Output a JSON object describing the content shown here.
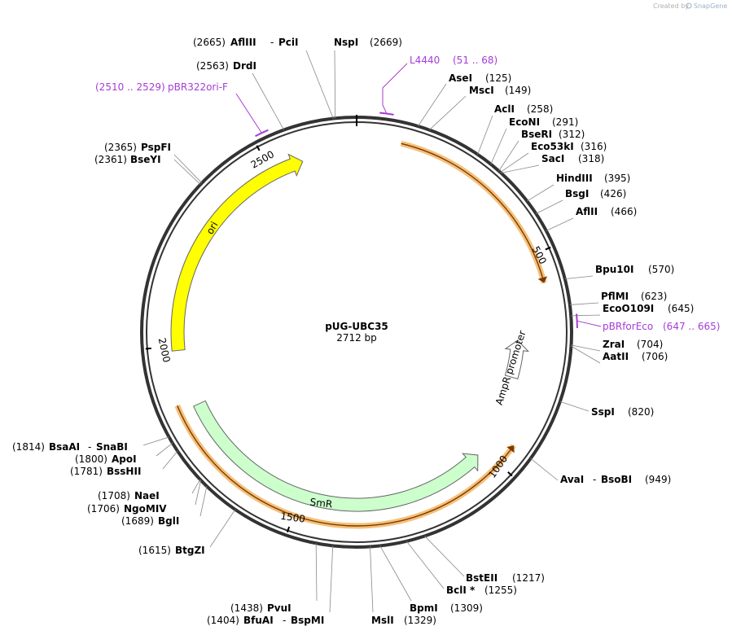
{
  "credit": {
    "prefix": "Created by",
    "brand": "SnapGene"
  },
  "plasmid": {
    "name": "pUG-UBC35",
    "length_label": "2712 bp",
    "length": 2712
  },
  "ticks": [
    {
      "pos": 500,
      "label": "500"
    },
    {
      "pos": 1000,
      "label": "1000"
    },
    {
      "pos": 1500,
      "label": "1500"
    },
    {
      "pos": 2000,
      "label": "2000"
    },
    {
      "pos": 2500,
      "label": "2500"
    }
  ],
  "features": [
    {
      "id": "ampr",
      "start": 100,
      "end": 567,
      "strand": 1,
      "color": "#f5c07a",
      "label": ""
    },
    {
      "id": "smr",
      "start": 948,
      "end": 1866,
      "strand": -1,
      "color": "#f5c07a",
      "label": ""
    },
    {
      "id": "ori",
      "start": 1990,
      "end": 2580,
      "strand": 1,
      "color": "#ffff00",
      "label": "ori"
    },
    {
      "id": "smr-inner",
      "start": 1020,
      "end": 1850,
      "strand": -1,
      "color": "#ccffcc",
      "label": "SmR"
    },
    {
      "id": "ampr-promoter",
      "start": 700,
      "end": 800,
      "strand": -1,
      "color": "#ffffff",
      "label": "AmpR promoter"
    }
  ],
  "primers": [
    {
      "name": "L4440",
      "range": "(51 .. 68)",
      "pos": 59
    },
    {
      "name": "pBRforEco",
      "range": "(647 .. 665)",
      "pos": 656
    },
    {
      "name": "pBR322ori-F",
      "range": "(2510 .. 2529)",
      "pos": 2520
    }
  ],
  "sites": [
    {
      "name": "NspI",
      "pos_label": "(2669)",
      "pos": 2669
    },
    {
      "name": "AflIII",
      "name2": "PciI",
      "pos_label": "(2665)",
      "pos": 2665
    },
    {
      "name": "DrdI",
      "pos_label": "(2563)",
      "pos": 2563
    },
    {
      "name": "PspFI",
      "pos_label": "(2365)",
      "pos": 2365
    },
    {
      "name": "BseYI",
      "pos_label": "(2361)",
      "pos": 2361
    },
    {
      "name": "AseI",
      "pos_label": "(125)",
      "pos": 125
    },
    {
      "name": "MscI",
      "pos_label": "(149)",
      "pos": 149
    },
    {
      "name": "AclI",
      "pos_label": "(258)",
      "pos": 258
    },
    {
      "name": "EcoNI",
      "pos_label": "(291)",
      "pos": 291
    },
    {
      "name": "BseRI",
      "pos_label": "(312)",
      "pos": 312
    },
    {
      "name": "Eco53kI",
      "pos_label": "(316)",
      "pos": 316
    },
    {
      "name": "SacI",
      "pos_label": "(318)",
      "pos": 318
    },
    {
      "name": "HindIII",
      "pos_label": "(395)",
      "pos": 395
    },
    {
      "name": "BsgI",
      "pos_label": "(426)",
      "pos": 426
    },
    {
      "name": "AflII",
      "pos_label": "(466)",
      "pos": 466
    },
    {
      "name": "Bpu10I",
      "pos_label": "(570)",
      "pos": 570
    },
    {
      "name": "PflMI",
      "pos_label": "(623)",
      "pos": 623
    },
    {
      "name": "EcoO109I",
      "pos_label": "(645)",
      "pos": 645
    },
    {
      "name": "ZraI",
      "pos_label": "(704)",
      "pos": 704
    },
    {
      "name": "AatII",
      "pos_label": "(706)",
      "pos": 706
    },
    {
      "name": "SspI",
      "pos_label": "(820)",
      "pos": 820
    },
    {
      "name": "AvaI",
      "name2": "BsoBI",
      "pos_label": "(949)",
      "pos": 949
    },
    {
      "name": "BstEII",
      "pos_label": "(1217)",
      "pos": 1217
    },
    {
      "name": "BclI *",
      "pos_label": "(1255)",
      "pos": 1255
    },
    {
      "name": "BpmI",
      "pos_label": "(1309)",
      "pos": 1309
    },
    {
      "name": "MslI",
      "pos_label": "(1329)",
      "pos": 1329
    },
    {
      "name": "PvuI",
      "pos_label": "(1438)",
      "pos": 1438
    },
    {
      "name": "BfuAI",
      "name2": "BspMI",
      "pos_label": "(1404)",
      "pos": 1404
    },
    {
      "name": "BtgZI",
      "pos_label": "(1615)",
      "pos": 1615
    },
    {
      "name": "BglI",
      "pos_label": "(1689)",
      "pos": 1689
    },
    {
      "name": "NgoMIV",
      "pos_label": "(1706)",
      "pos": 1706
    },
    {
      "name": "NaeI",
      "pos_label": "(1708)",
      "pos": 1708
    },
    {
      "name": "BssHII",
      "pos_label": "(1781)",
      "pos": 1781
    },
    {
      "name": "ApoI",
      "pos_label": "(1800)",
      "pos": 1800
    },
    {
      "name": "BsaAI",
      "name2": "SnaBI",
      "pos_label": "(1814)",
      "pos": 1814
    }
  ]
}
